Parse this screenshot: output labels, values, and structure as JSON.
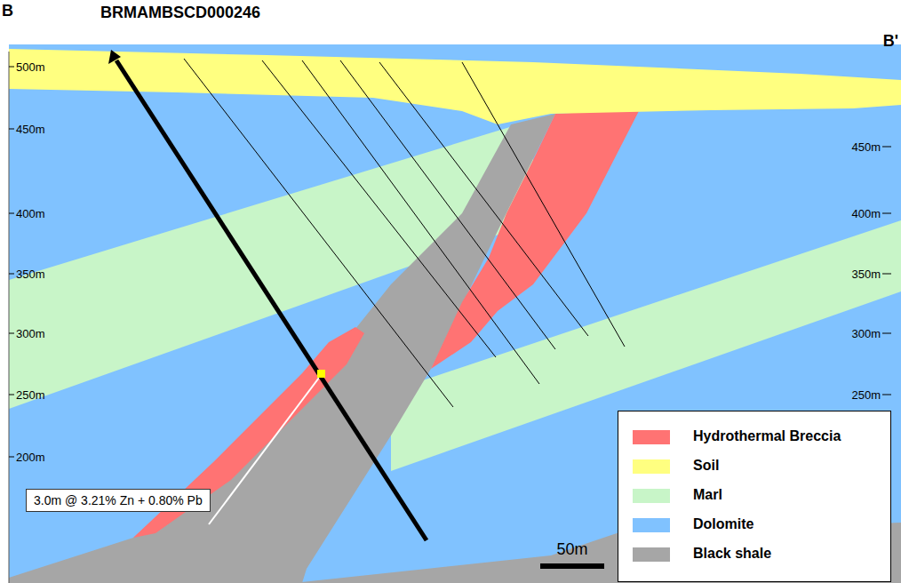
{
  "diagram": {
    "nodes": [
      {
        "text": [
          "3.0m @ 3.21% Zn + 0.80% Pb"
        ]
      }
    ],
    "edges": [],
    "labels": [
      "B",
      "BRMAMBSCD000246",
      "B'",
      "500m",
      "450m",
      "400m",
      "350m",
      "300m",
      "250m",
      "200m",
      "450m",
      "400m",
      "350m",
      "300m",
      "250m",
      "50m"
    ],
    "legend": [
      {
        "text": "Hydrothermal Breccia",
        "color": "#FF7373"
      },
      {
        "text": "Soil",
        "color": "#FFFF80"
      },
      {
        "text": "Marl",
        "color": "#C8F5C8"
      },
      {
        "text": "Dolomite",
        "color": "#80C2FF"
      },
      {
        "text": "Black shale",
        "color": "#A6A6A6"
      }
    ]
  }
}
